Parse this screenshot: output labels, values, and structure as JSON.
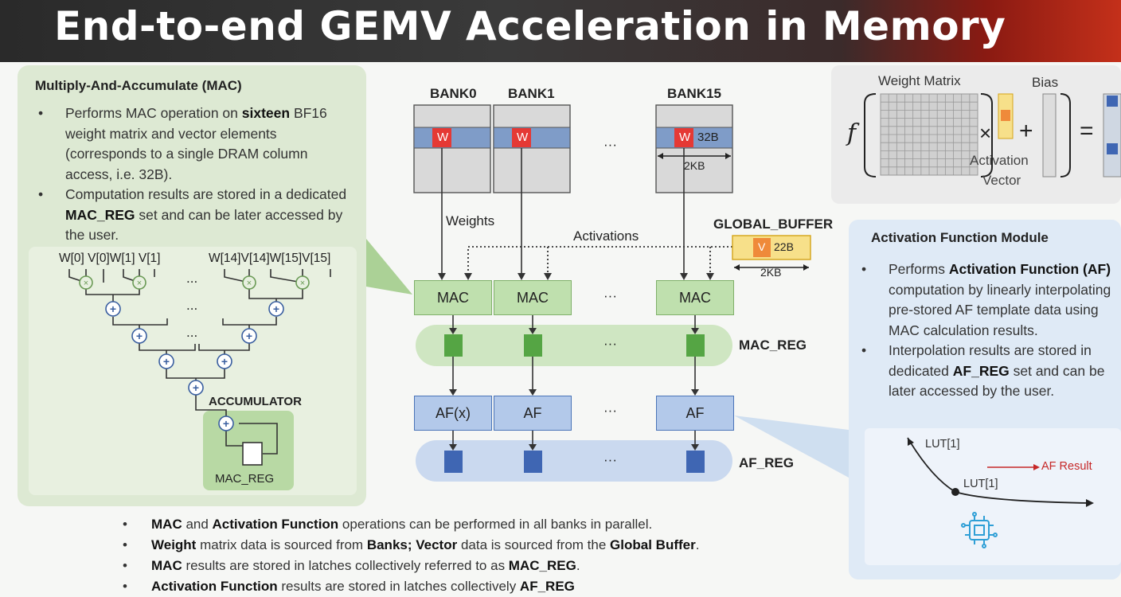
{
  "title": "End-to-end GEMV Acceleration in Memory",
  "mac_section": {
    "heading": "Multiply-And-Accumulate (MAC)",
    "b1_a": "Performs MAC operation on ",
    "b1_b": "sixteen",
    "b1_c": " BF16 weight matrix and vector elements (corresponds to a single DRAM column access, i.e. 32B).",
    "b2_a": "Computation results are stored in a dedicated ",
    "b2_b": "MAC_REG",
    "b2_c": " set and can be later accessed by the user.",
    "tree_inputs_left": "W[0] V[0]W[1] V[1]",
    "tree_inputs_right": "W[14]V[14]W[15]V[15]",
    "accumulator": "ACCUMULATOR",
    "mac_reg": "MAC_REG",
    "ellipsis": "..."
  },
  "diagram": {
    "banks": [
      "BANK0",
      "BANK1",
      "BANK15"
    ],
    "w": "W",
    "size_32b": "32B",
    "size_2kb": "2KB",
    "weights": "Weights",
    "activations": "Activations",
    "global_buffer": "GLOBAL_BUFFER",
    "v": "V",
    "size_22b": "22B",
    "mac": "MAC",
    "af_x": "AF(x)",
    "af": "AF",
    "mac_reg": "MAC_REG",
    "af_reg": "AF_REG",
    "dots": "···"
  },
  "formula": {
    "f": "f",
    "weight_matrix": "Weight Matrix",
    "bias": "Bias",
    "times": "×",
    "plus": "+",
    "equals": "=",
    "activation": "Activation",
    "vector": "Vector"
  },
  "af_section": {
    "heading": "Activation Function Module",
    "b1_a": "Performs ",
    "b1_b": "Activation Function (AF)",
    "b1_c": " computation by linearly interpolating pre-stored AF template data using MAC calculation results.",
    "b2_a": "Interpolation results are stored in dedicated ",
    "b2_b": "AF_REG",
    "b2_c": " set and can be later accessed by the user.",
    "lut1": "LUT[1]",
    "lut2": "LUT[1]",
    "af_result": "AF Result"
  },
  "bottom": {
    "l1_a": "MAC",
    "l1_b": " and ",
    "l1_c": "Activation Function",
    "l1_d": " operations can be performed in all banks in parallel.",
    "l2_a": "Weight",
    "l2_b": " matrix data is sourced from ",
    "l2_c": "Banks; Vector",
    "l2_d": " data is sourced from the ",
    "l2_e": "Global Buffer",
    "l2_f": ".",
    "l3_a": "MAC",
    "l3_b": " results are stored in latches collectively referred to as ",
    "l3_c": "MAC_REG",
    "l3_d": ".",
    "l4_a": "Activation Function",
    "l4_b": " results are stored in latches collectively ",
    "l4_c": "AF_REG"
  },
  "colors": {
    "mac_green": "#bfe0ae",
    "af_blue": "#b3c9ea",
    "w_red": "#e53935",
    "v_orange": "#ef8a3a",
    "buffer_yellow": "#f7e08a"
  }
}
